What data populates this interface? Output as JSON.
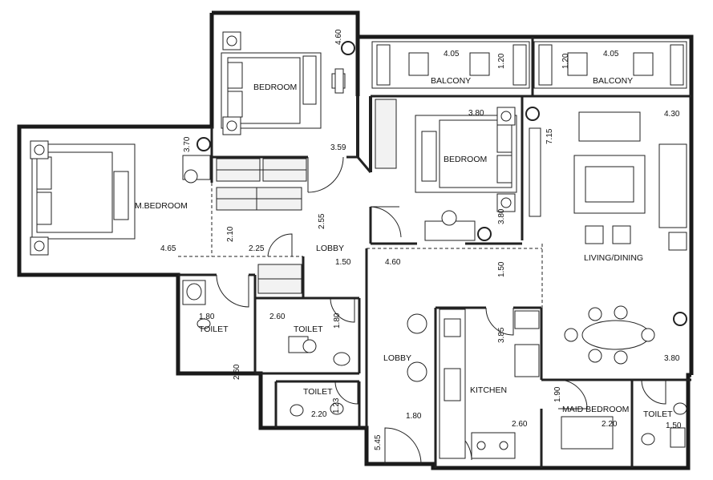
{
  "rooms": {
    "bedroom1": "BEDROOM",
    "bedroom2": "BEDROOM",
    "master_bedroom": "M.BEDROOM",
    "balcony1": "BALCONY",
    "balcony2": "BALCONY",
    "living_dining": "LIVING/DINING",
    "lobby_upper": "LOBBY",
    "lobby_lower": "LOBBY",
    "kitchen": "KITCHEN",
    "toilet_master": "TOILET",
    "toilet_center": "TOILET",
    "toilet_small": "TOILET",
    "maid_bedroom": "MAID BEDROOM",
    "toilet_maid": "TOILET"
  },
  "dimensions": {
    "bedroom1_height": "4.60",
    "bedroom1_width": "3.59",
    "balcony1_width": "4.05",
    "balcony1_depth": "1.20",
    "balcony2_width": "4.05",
    "balcony2_depth": "1.20",
    "bedroom2_width": "3.80",
    "bedroom2_height": "3.80",
    "living_width": "4.30",
    "living_height": "7.15",
    "dining_width": "3.80",
    "mbed_height": "3.70",
    "mbed_width": "4.65",
    "closet_depth": "2.10",
    "closet_width": "2.25",
    "lobby_height": "2.55",
    "lobby_width": "1.50",
    "lobby2_width": "4.60",
    "lobby2_height": "1.50",
    "toilet_master_width": "1.80",
    "toilet_master_height": "2.60",
    "toilet_center_width": "2.60",
    "toilet_center_height": "1.80",
    "kitchen_height": "3.85",
    "kitchen_width": "2.60",
    "lobby3_width": "1.80",
    "lobby3_height": "5.45",
    "toilet_small_width": "2.20",
    "toilet_small_height": "1.23",
    "maid_width": "2.20",
    "maid_height": "1.90",
    "toilet_maid_width": "1.50"
  }
}
